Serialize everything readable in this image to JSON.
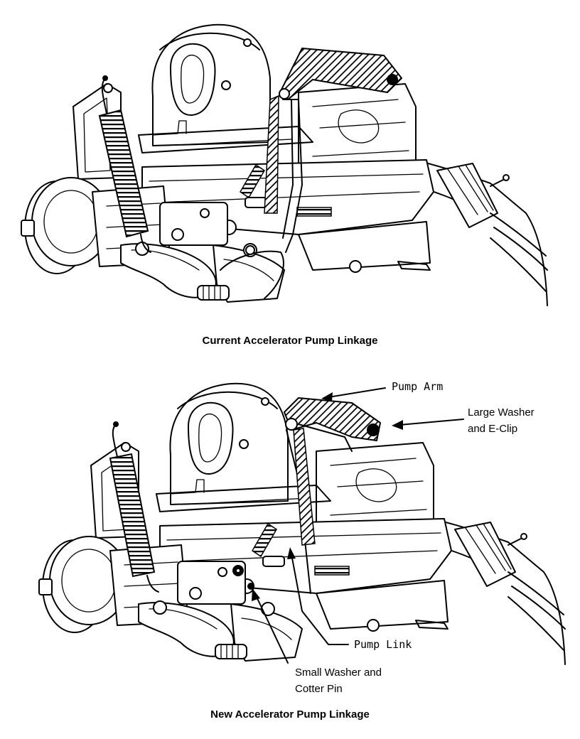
{
  "figures": [
    {
      "caption": "Current Accelerator Pump Linkage"
    },
    {
      "caption": "New Accelerator Pump Linkage"
    }
  ],
  "callouts": {
    "pump_arm": "Pump Arm",
    "large_washer_line1": "Large Washer",
    "large_washer_line2": "and E-Clip",
    "pump_link": "Pump Link",
    "small_washer_line1": "Small Washer and",
    "small_washer_line2": "Cotter Pin"
  },
  "colors": {
    "ink": "#000000",
    "paper": "#ffffff"
  }
}
